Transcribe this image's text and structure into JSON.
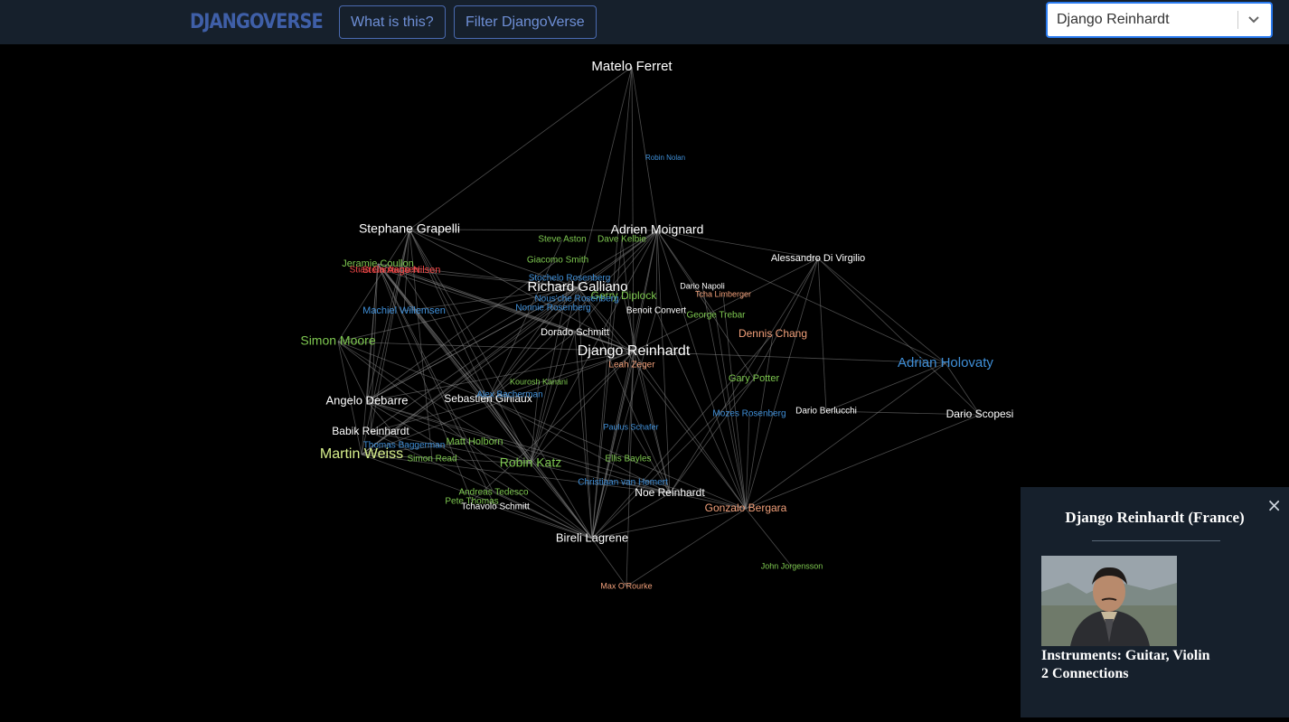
{
  "header": {
    "logo": "DJANGOVERSE",
    "about_label": "What is this?",
    "filter_label": "Filter DjangoVerse",
    "search_value": "Django Reinhardt"
  },
  "colors": {
    "topbar": "#16202c",
    "accent": "#2a7bf0",
    "white": "#ffffff",
    "green": "#7ec850",
    "blue": "#3f8fd8",
    "red": "#f24848",
    "salmon": "#f2a07a",
    "lightgreen": "#d8f08c"
  },
  "graph": {
    "nodes": [
      {
        "label": "Matelo Ferret"
      },
      {
        "label": "Robin Nolan"
      },
      {
        "label": "Stephane Grapelli"
      },
      {
        "label": "Adrien Moignard"
      },
      {
        "label": "Steve Aston"
      },
      {
        "label": "Dave Kelbie"
      },
      {
        "label": "Alessandro Di Virgilio"
      },
      {
        "label": "Jeramie Coullon"
      },
      {
        "label": "Stian Carstensen"
      },
      {
        "label": "Stein Aage Nilsen"
      },
      {
        "label": "Giacomo Smith"
      },
      {
        "label": "Stochelo Rosenberg"
      },
      {
        "label": "Richard Galliano"
      },
      {
        "label": "Gerry Diplock"
      },
      {
        "label": "Dario Napoli"
      },
      {
        "label": "Tcha Limberger"
      },
      {
        "label": "Nous'che Rosenberg"
      },
      {
        "label": "Machiel Willemsen"
      },
      {
        "label": "Nonnie Rosenberg"
      },
      {
        "label": "Benoit Convert"
      },
      {
        "label": "George Trebar"
      },
      {
        "label": "Simon Moore"
      },
      {
        "label": "Dorado Schmitt"
      },
      {
        "label": "Dennis Chang"
      },
      {
        "label": "Django Reinhardt"
      },
      {
        "label": "Leah Zeger"
      },
      {
        "label": "Adrian Holovaty"
      },
      {
        "label": "Gary Potter"
      },
      {
        "label": "Kourosh Kanani"
      },
      {
        "label": "Angelo Debarre"
      },
      {
        "label": "Sebastien Giniaux"
      },
      {
        "label": "Alex Bacherman"
      },
      {
        "label": "Dario Berlucchi"
      },
      {
        "label": "Mozes Rosenberg"
      },
      {
        "label": "Dario Scopesi"
      },
      {
        "label": "Babik Reinhardt"
      },
      {
        "label": "Paulus Schafer"
      },
      {
        "label": "Thomas Baggerman"
      },
      {
        "label": "Matt Holborn"
      },
      {
        "label": "Martin Weiss"
      },
      {
        "label": "Simon Read"
      },
      {
        "label": "Robin Katz"
      },
      {
        "label": "Ellis Bayles"
      },
      {
        "label": "Christiaan van Hemert"
      },
      {
        "label": "Andreas Tedesco"
      },
      {
        "label": "Noe Reinhardt"
      },
      {
        "label": "Pete Thomas"
      },
      {
        "label": "Gonzalo Bergara"
      },
      {
        "label": "Tchavolo Schmitt"
      },
      {
        "label": "Bireli Lagrene"
      },
      {
        "label": "John Jorgensson"
      },
      {
        "label": "Max O'Rourke"
      }
    ]
  },
  "info_panel": {
    "close_icon": "×",
    "title": "Django Reinhardt (France)",
    "instruments": "Instruments: Guitar, Violin",
    "connections": "2 Connections"
  }
}
